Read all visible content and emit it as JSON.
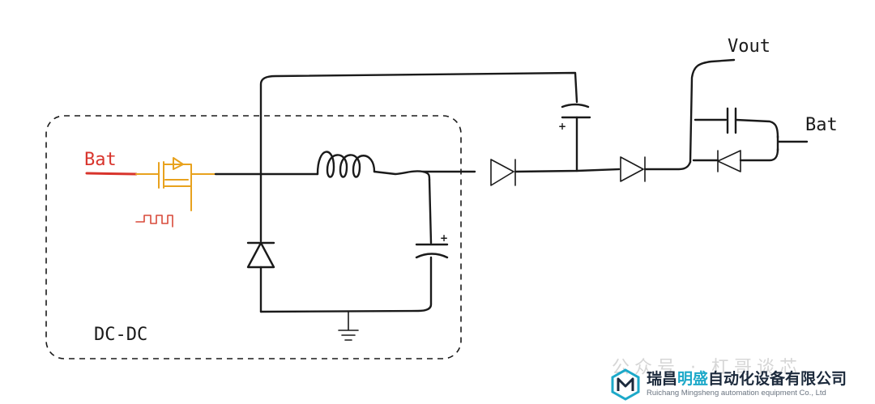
{
  "labels": {
    "input": "Bat",
    "output_top": "Vout",
    "output_right": "Bat",
    "block": "DC-DC",
    "plus": "+"
  },
  "watermark": {
    "faint": "公众号 · 杠哥谈芯"
  },
  "brand": {
    "name_a": "瑞昌",
    "name_b": "明盛",
    "name_c": "自动化设备有限公司",
    "name_en": "Ruichang Mingsheng automation equipment Co., Ltd"
  },
  "colors": {
    "ink": "#1a1a1a",
    "input_red": "#d8342c",
    "switch_orange": "#e8a21e",
    "brand_teal": "#1da9c9"
  }
}
